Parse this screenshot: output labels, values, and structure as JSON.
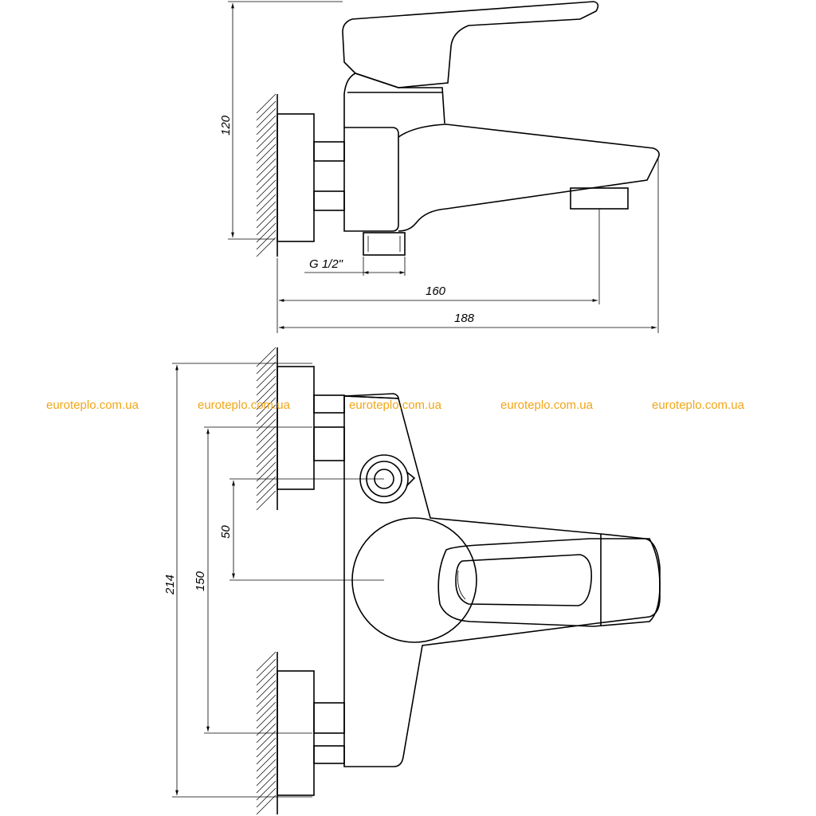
{
  "dimensions": {
    "side_height": "120",
    "thread": "G 1/2\"",
    "length_160": "160",
    "length_188": "188",
    "front_50": "50",
    "front_150": "150",
    "front_214": "214"
  },
  "watermark": [
    "euroteplo.com.ua",
    "euroteplo.com.ua",
    "euroteplo.com.ua",
    "euroteplo.com.ua",
    "euroteplo.com.ua"
  ],
  "colors": {
    "line": "#000000",
    "watermark": "#f2a516",
    "background": "#ffffff"
  }
}
